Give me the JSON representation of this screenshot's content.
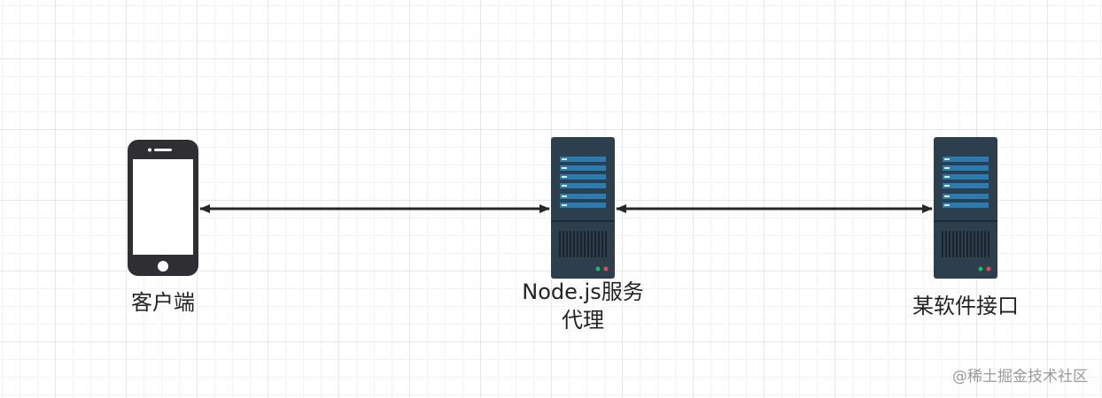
{
  "diagram": {
    "nodes": [
      {
        "id": "client",
        "label": "客户端",
        "icon": "smartphone-icon"
      },
      {
        "id": "proxy",
        "label_line1": "Node.js服务",
        "label_line2": "代理",
        "icon": "server-icon"
      },
      {
        "id": "api",
        "label": "某软件接口",
        "icon": "server-icon"
      }
    ],
    "edges": [
      {
        "from": "client",
        "to": "proxy",
        "direction": "both"
      },
      {
        "from": "proxy",
        "to": "api",
        "direction": "both"
      }
    ],
    "colors": {
      "icon_dark": "#2d3f4c",
      "phone_body": "#2f2f33",
      "server_accent": "#2a7db3",
      "led_green": "#1fb36b",
      "led_red": "#e54b4b",
      "arrow": "#262626"
    }
  },
  "watermark": "@稀土掘金技术社区"
}
